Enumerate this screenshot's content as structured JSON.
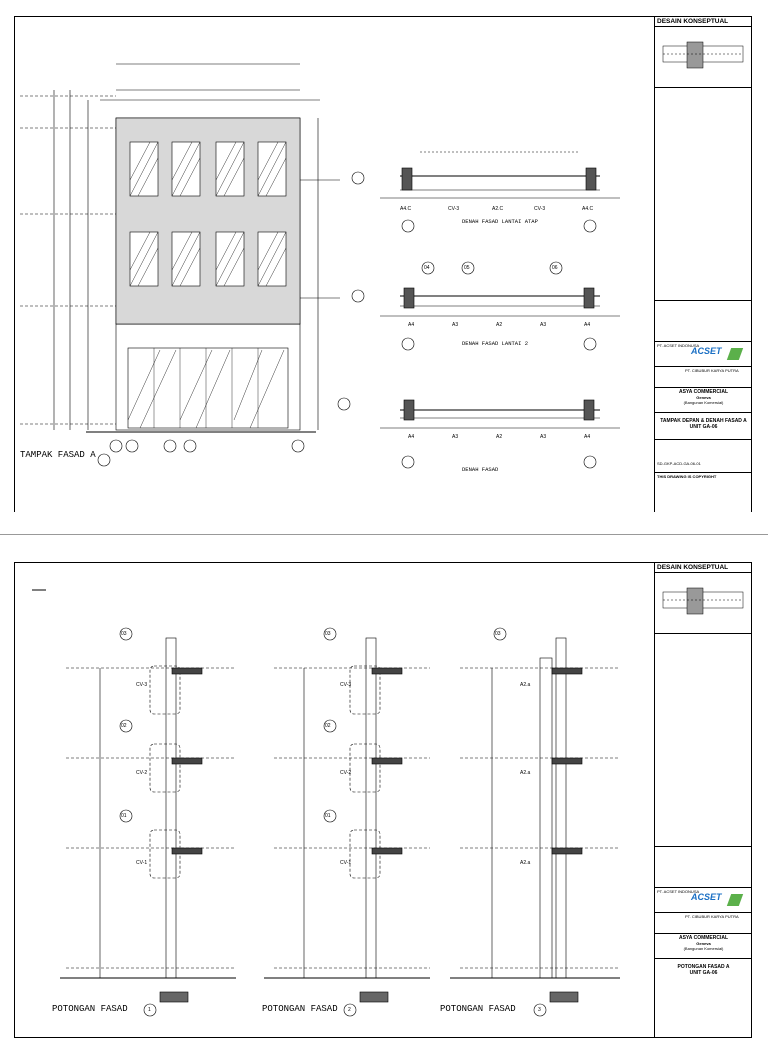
{
  "titleblock": {
    "heading": "DESAIN KONSEPTUAL",
    "contractor_label": "PT. ACSET INDONUSA",
    "logo_text": "ACSET",
    "consultant_label": "PT. CIBUBUR KARYA PUTRA",
    "project_name": "ASYA COMMERCIAL",
    "project_sub": "Geneva",
    "project_sub2": "(Bangunan Komersial)"
  },
  "sheet1": {
    "drawing_title": "TAMPAK DEPAN & DENAH FASAD A",
    "drawing_sub": "UNIT GA-06",
    "drawing_no": "SD-GKP-ACD-GA-06-01",
    "copyright": "THIS DRAWING IS COPYRIGHT",
    "main_label": "TAMPAK FASAD A",
    "plan_labels": [
      "DENAH FASAD LANTAI ATAP",
      "DENAH FASAD LANTAI 2",
      "DENAH FASAD"
    ],
    "plan_codes": [
      "A4",
      "A3",
      "A2",
      "A3",
      "A4"
    ],
    "plan_codes_top": [
      "A4.C",
      "CV-3",
      "A2.C",
      "CV-3",
      "A4.C"
    ],
    "detail_bubbles": [
      "04",
      "05",
      "06"
    ]
  },
  "sheet2": {
    "drawing_title": "POTONGAN FASAD A",
    "drawing_sub": "UNIT GA-06",
    "section_labels": [
      "POTONGAN FASAD",
      "POTONGAN FASAD",
      "POTONGAN FASAD"
    ],
    "section_numbers": [
      "1",
      "2",
      "3"
    ],
    "section_codes": [
      [
        "CV-3",
        "CV-2",
        "CV-1"
      ],
      [
        "CV-3",
        "CV-2",
        "CV-1"
      ],
      [
        "A2.a",
        "A2.a",
        "A2.a"
      ]
    ],
    "bubbles": [
      "03",
      "02",
      "01"
    ]
  },
  "colors": {
    "ink": "#000000",
    "logo_blue": "#1a6fc4",
    "logo_green": "#5bb04a",
    "paper": "#ffffff"
  }
}
